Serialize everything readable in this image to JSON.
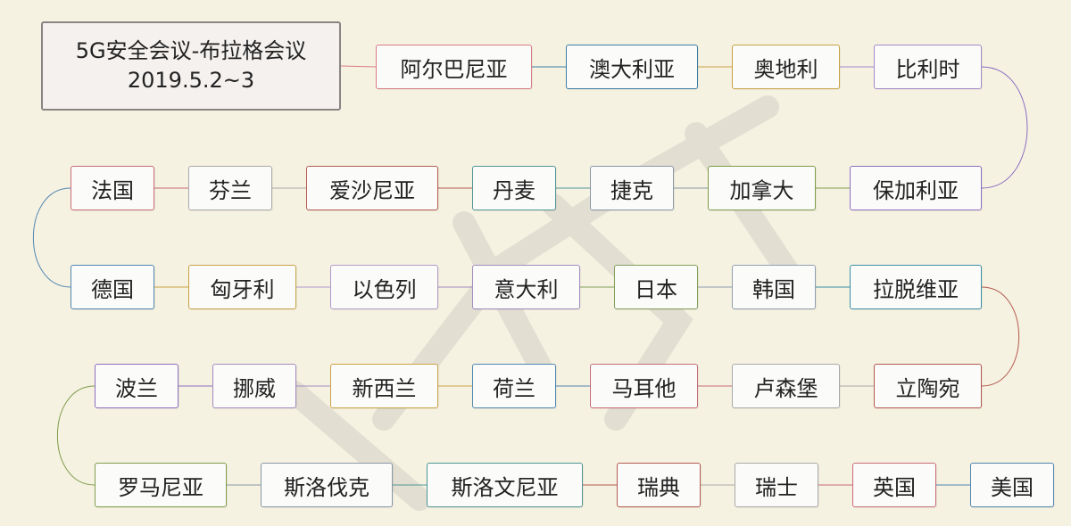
{
  "title": {
    "line1": "5G安全会议-布拉格会议",
    "line2": "2019.5.2~3"
  },
  "colors": {
    "title_border": "#8a8483",
    "link_default": "#c9b9b2",
    "background": "#f6f2e2"
  },
  "countries": [
    {
      "label": "阿尔巴尼亚",
      "color": "#d97b85"
    },
    {
      "label": "澳大利亚",
      "color": "#3b7da6"
    },
    {
      "label": "奥地利",
      "color": "#c9a246"
    },
    {
      "label": "比利时",
      "color": "#a18ac9"
    },
    {
      "label": "保加利亚",
      "color": "#8a6fc0"
    },
    {
      "label": "加拿大",
      "color": "#7d9c4b"
    },
    {
      "label": "捷克",
      "color": "#8897a6"
    },
    {
      "label": "丹麦",
      "color": "#4f9595"
    },
    {
      "label": "爱沙尼亚",
      "color": "#b35a50"
    },
    {
      "label": "芬兰",
      "color": "#a8a8a8"
    },
    {
      "label": "法国",
      "color": "#c76b78"
    },
    {
      "label": "德国",
      "color": "#4f86b0"
    },
    {
      "label": "匈牙利",
      "color": "#c9a246"
    },
    {
      "label": "以色列",
      "color": "#b09ac9"
    },
    {
      "label": "意大利",
      "color": "#a08cbf"
    },
    {
      "label": "日本",
      "color": "#7fa05a"
    },
    {
      "label": "韩国",
      "color": "#8f9fae"
    },
    {
      "label": "拉脱维亚",
      "color": "#3b8fa6"
    },
    {
      "label": "立陶宛",
      "color": "#b35a50"
    },
    {
      "label": "卢森堡",
      "color": "#a8a8a8"
    },
    {
      "label": "马耳他",
      "color": "#c76b78"
    },
    {
      "label": "荷兰",
      "color": "#4f86b0"
    },
    {
      "label": "新西兰",
      "color": "#c9a246"
    },
    {
      "label": "挪威",
      "color": "#a08cbf"
    },
    {
      "label": "波兰",
      "color": "#8a6fc0"
    },
    {
      "label": "罗马尼亚",
      "color": "#7d9c4b"
    },
    {
      "label": "斯洛伐克",
      "color": "#8897a6"
    },
    {
      "label": "斯洛文尼亚",
      "color": "#4f9595"
    },
    {
      "label": "瑞典",
      "color": "#b35a50"
    },
    {
      "label": "瑞士",
      "color": "#a8a8a8"
    },
    {
      "label": "英国",
      "color": "#c76b78"
    },
    {
      "label": "美国",
      "color": "#4f86b0"
    }
  ]
}
